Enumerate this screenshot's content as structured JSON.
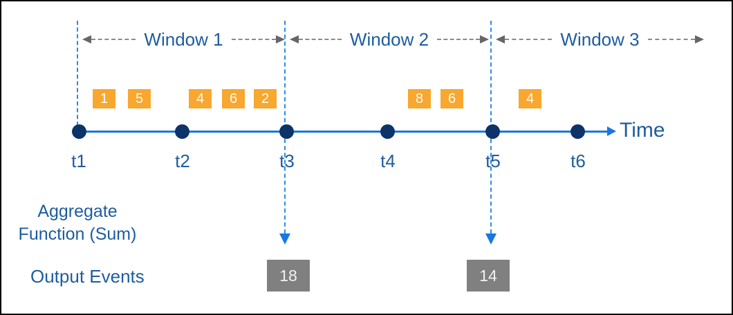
{
  "windows": [
    {
      "label": "Window 1"
    },
    {
      "label": "Window 2"
    },
    {
      "label": "Window 3"
    }
  ],
  "events": [
    {
      "value": "1"
    },
    {
      "value": "5"
    },
    {
      "value": "4"
    },
    {
      "value": "6"
    },
    {
      "value": "2"
    },
    {
      "value": "8"
    },
    {
      "value": "6"
    },
    {
      "value": "4"
    }
  ],
  "timeline": {
    "axis_label": "Time",
    "ticks": [
      {
        "label": "t1"
      },
      {
        "label": "t2"
      },
      {
        "label": "t3"
      },
      {
        "label": "t4"
      },
      {
        "label": "t5"
      },
      {
        "label": "t6"
      }
    ]
  },
  "aggregate": {
    "line1": "Aggregate",
    "line2": "Function (Sum)"
  },
  "output": {
    "label": "Output Events",
    "values": [
      {
        "value": "18"
      },
      {
        "value": "14"
      }
    ]
  },
  "colors": {
    "event_fill": "#F8A72F",
    "timeline_blue": "#1877E0",
    "boundary_dash_blue": "#2B8BE8",
    "dot_navy": "#0D3468",
    "label_blue": "#1E5C9E",
    "output_gray": "#808080",
    "window_arrow_gray": "#8A8A8A",
    "border_black": "#000000"
  }
}
